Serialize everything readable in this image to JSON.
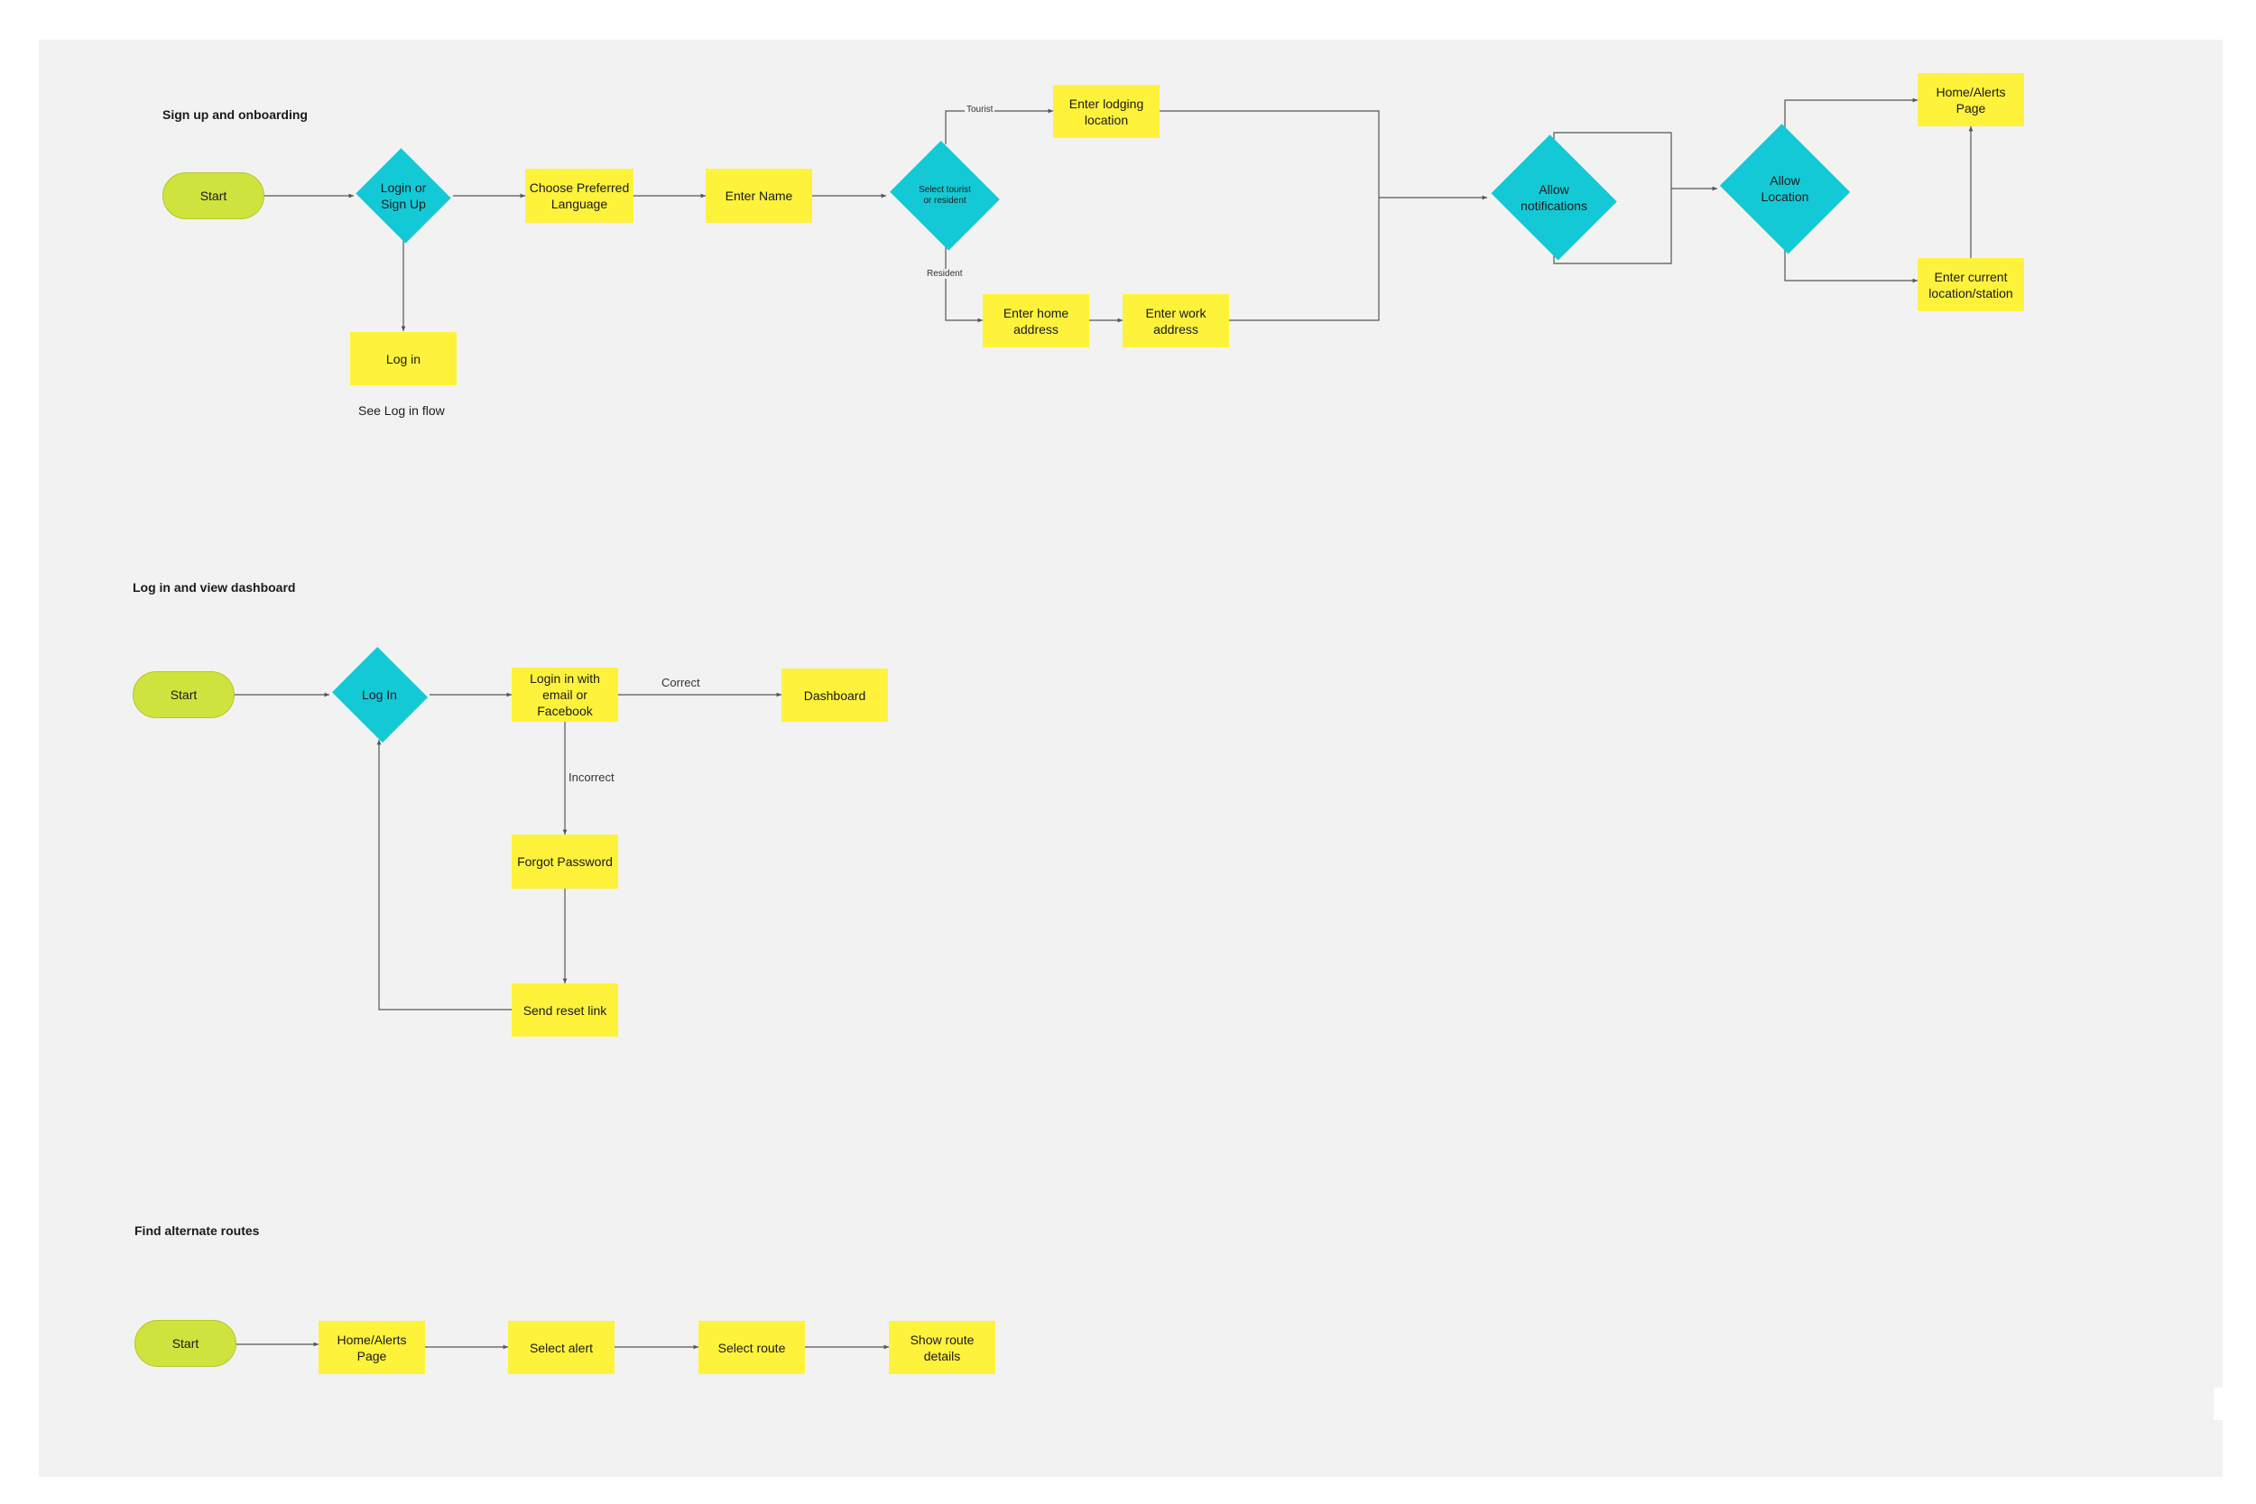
{
  "sections": {
    "signup": "Sign up and onboarding",
    "login": "Log in and view dashboard",
    "routes": "Find alternate routes"
  },
  "nodes": {
    "start1": "Start",
    "login_or_signup": "Login or\nSign Up",
    "choose_language": "Choose Preferred\nLanguage",
    "enter_name": "Enter Name",
    "select_tourist_resident": "Select tourist\nor resident",
    "enter_lodging": "Enter lodging\nlocation",
    "enter_home": "Enter home\naddress",
    "enter_work": "Enter work\naddress",
    "allow_notifications": "Allow\nnotifications",
    "allow_location": "Allow\nLocation",
    "home_alerts_1": "Home/Alerts\nPage",
    "enter_current_location": "Enter current\nlocation/station",
    "log_in_rect": "Log in",
    "start2": "Start",
    "log_in_diamond": "Log In",
    "login_email_facebook": "Login in with\nemail or\nFacebook",
    "dashboard": "Dashboard",
    "forgot_password": "Forgot Password",
    "send_reset_link": "Send reset link",
    "start3": "Start",
    "home_alerts_2": "Home/Alerts\nPage",
    "select_alert": "Select alert",
    "select_route": "Select route",
    "show_route_details": "Show route\ndetails"
  },
  "labels": {
    "tourist": "Tourist",
    "resident": "Resident",
    "correct": "Correct",
    "incorrect": "Incorrect",
    "see_login_flow": "See Log in flow"
  },
  "colors": {
    "sticky_yellow": "#fff23b",
    "decision_cyan": "#13c9d6",
    "start_green": "#cfe33e",
    "board_gray": "#f2f2f2",
    "connector": "#555555"
  }
}
